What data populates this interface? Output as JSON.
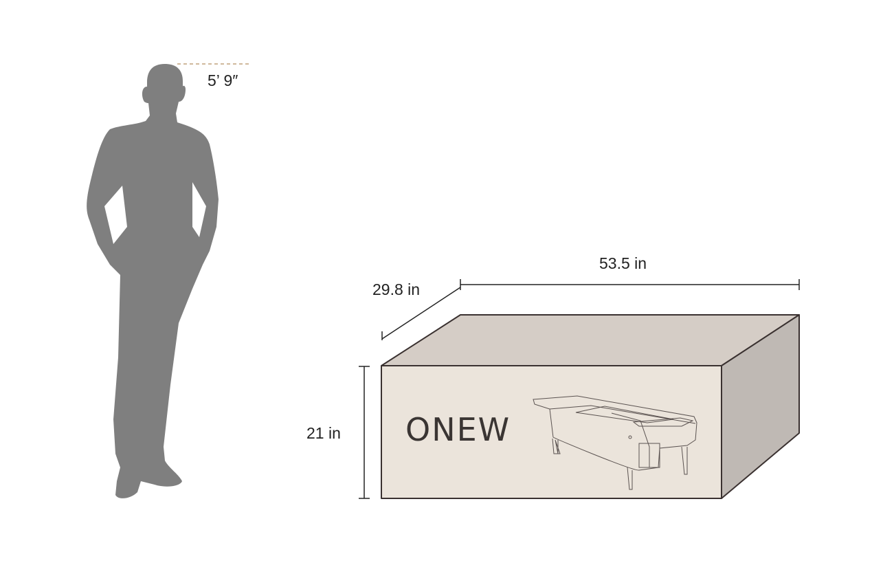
{
  "person": {
    "height_label": "5’ 9″"
  },
  "box": {
    "width_label": "53.5 in",
    "depth_label": "29.8 in",
    "height_label": "21 in",
    "brand": "ONEW"
  },
  "colors": {
    "silhouette": "#7f7f7f",
    "box_front": "#ebe4db",
    "box_top": "#d5cdc6",
    "box_side": "#bfb9b4",
    "outline": "#3a3130",
    "dashed_line": "#a0703a"
  }
}
